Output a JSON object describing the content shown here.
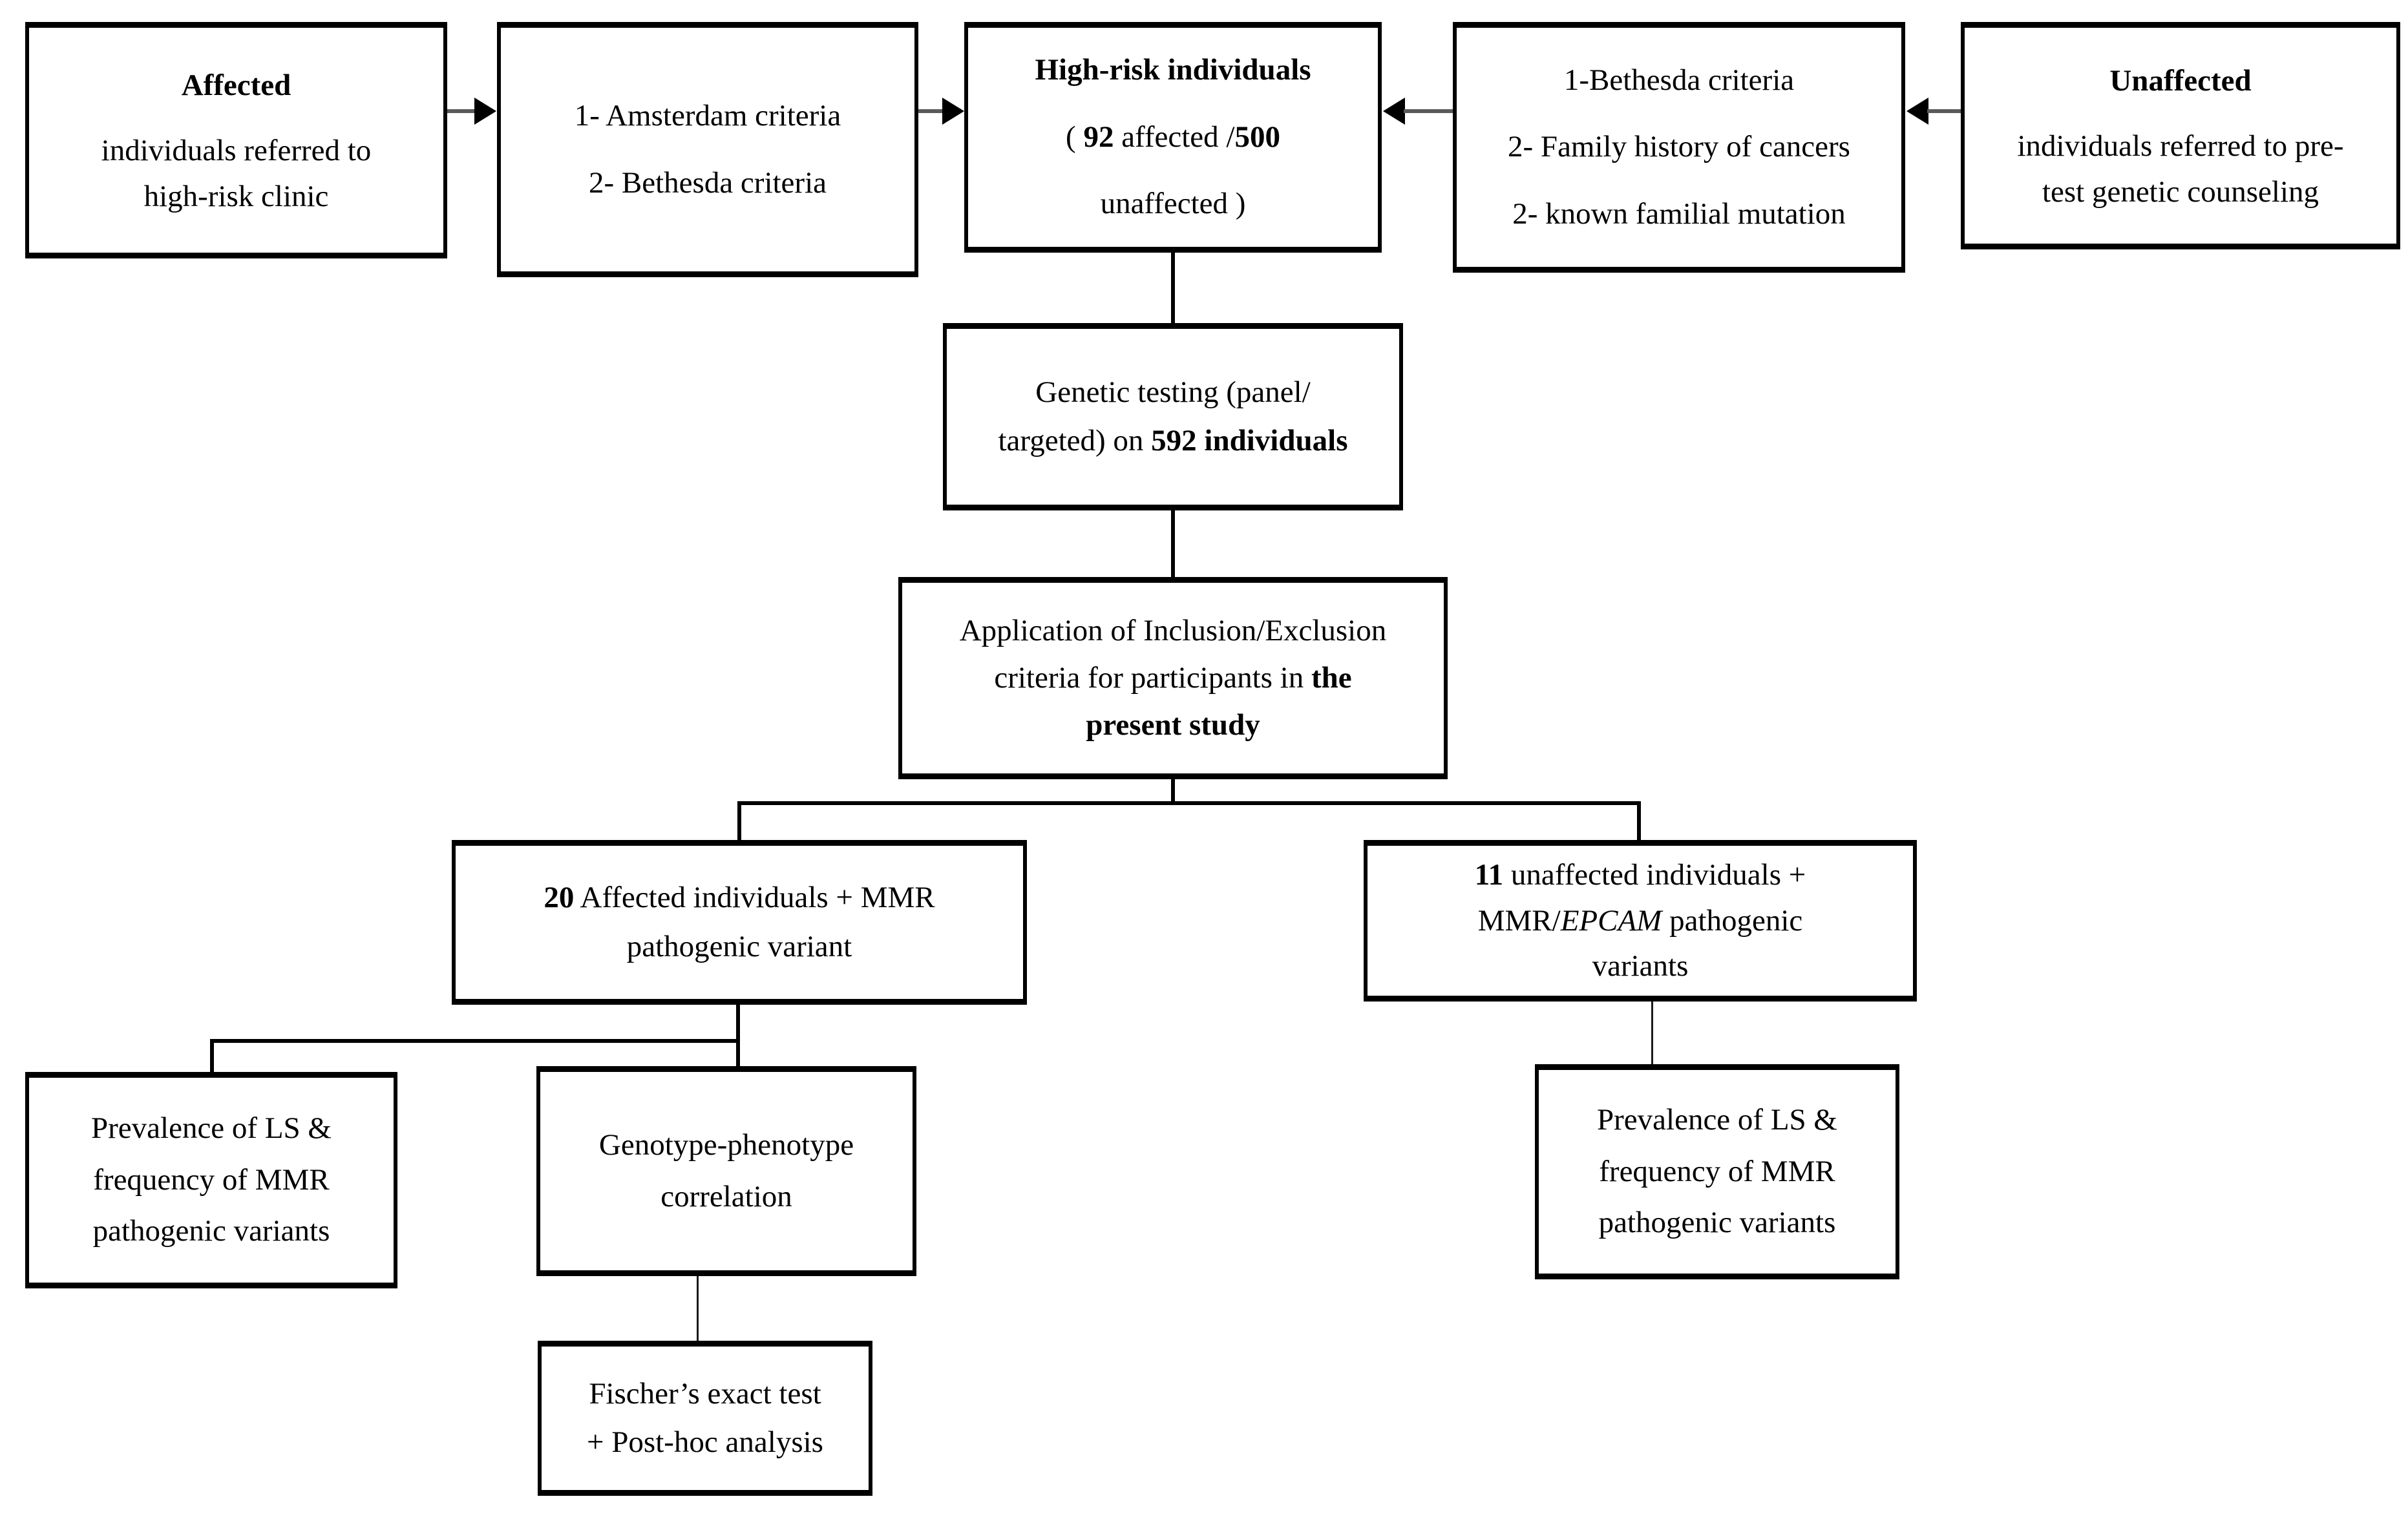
{
  "figure": {
    "background": "#ffffff",
    "line_color": "#000000",
    "arrow_shaft_color": "#5a5a5a",
    "text_color": "#000000"
  },
  "nodes": {
    "affected": {
      "heading": "Affected",
      "body_line1": "individuals referred to",
      "body_line2": "high-risk clinic"
    },
    "criteria_affected": {
      "line1": "1- Amsterdam criteria",
      "line2": "2- Bethesda criteria"
    },
    "high_risk": {
      "heading": "High-risk individuals",
      "paren_open": "( ",
      "count_affected": "92",
      "between": " affected /",
      "count_total": "500",
      "line3": "unaffected )"
    },
    "criteria_unaffected": {
      "line1": "1-Bethesda criteria",
      "line2": "2- Family history of cancers",
      "line3": "2- known familial mutation"
    },
    "unaffected": {
      "heading": "Unaffected",
      "body_line1": "individuals referred to pre-",
      "body_line2": "test genetic counseling"
    },
    "genetic_testing": {
      "line1": "Genetic testing (panel/",
      "line2_prefix": "targeted) on ",
      "line2_bold": "592 individuals"
    },
    "inclusion_exclusion": {
      "line1": "Application of Inclusion/Exclusion",
      "line2_prefix": "criteria for participants in ",
      "line2_bold": "the",
      "line3_bold": "present study"
    },
    "affected_mmr": {
      "count": "20",
      "line1_rest": " Affected individuals + MMR",
      "line2": "pathogenic variant"
    },
    "unaffected_mmr": {
      "count": "11",
      "line1_rest": " unaffected individuals +",
      "line2_prefix": "MMR/",
      "line2_italic": "EPCAM",
      "line2_suffix": " pathogenic",
      "line3": "variants"
    },
    "prevalence_left": {
      "line1": "Prevalence of LS &",
      "line2": "frequency of MMR",
      "line3": "pathogenic variants"
    },
    "genotype_phenotype": {
      "line1": "Genotype-phenotype",
      "line2": "correlation"
    },
    "fischer": {
      "line1": "Fischer’s exact test",
      "line2": "+ Post-hoc analysis"
    },
    "prevalence_right": {
      "line1": "Prevalence of LS &",
      "line2": "frequency of MMR",
      "line3": "pathogenic variants"
    }
  }
}
